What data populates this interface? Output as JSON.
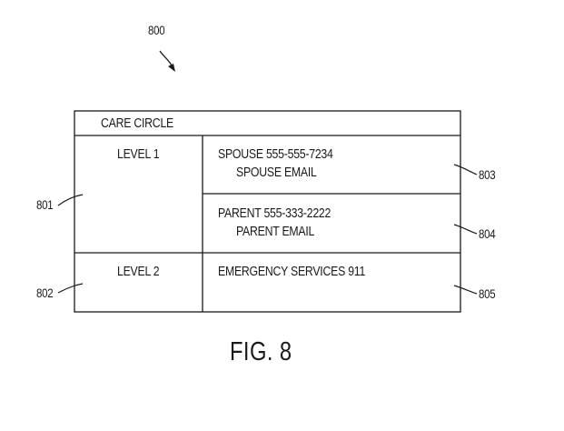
{
  "figure": {
    "ref_number": "800",
    "caption": "FIG. 8"
  },
  "table": {
    "header": "CARE CIRCLE",
    "levels": [
      {
        "label": "LEVEL 1",
        "ref": "801"
      },
      {
        "label": "LEVEL 2",
        "ref": "802"
      }
    ],
    "contacts": [
      {
        "line1": "SPOUSE 555-555-7234",
        "line2": "SPOUSE EMAIL",
        "ref": "803"
      },
      {
        "line1": "PARENT 555-333-2222",
        "line2": "PARENT EMAIL",
        "ref": "804"
      },
      {
        "line1": "EMERGENCY SERVICES 911",
        "line2": "",
        "ref": "805"
      }
    ]
  }
}
